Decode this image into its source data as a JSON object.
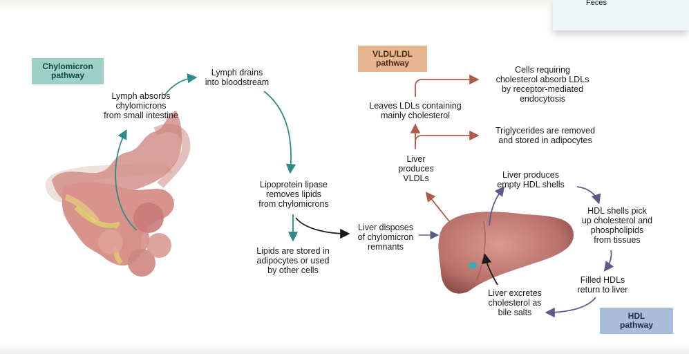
{
  "header": {
    "feces_label": "Feces"
  },
  "pathways": {
    "chylomicron": "Chylomicron\npathway",
    "vldl_ldl": "VLDL/LDL\npathway",
    "hdl": "HDL\npathway"
  },
  "steps": {
    "lymph_absorbs": "Lymph absorbs\nchylomicrons\nfrom small intestine",
    "lymph_drains": "Lymph drains\ninto bloodstream",
    "lipoprotein_lipase": "Lipoprotein lipase\nremoves lipids\nfrom chylomicrons",
    "lipids_stored": "Lipids are stored in\nadipocytes or used\nby other cells",
    "liver_disposes": "Liver disposes\nof chylomicron\nremnants",
    "liver_produces_vldl": "Liver\nproduces\nVLDLs",
    "leaves_ldls": "Leaves LDLs containing\nmainly cholesterol",
    "cells_requiring": "Cells requiring\ncholesterol absorb LDLs\nby receptor-mediated\nendocytosis",
    "triglycerides_removed": "Triglycerides are removed\nand stored in adipocytes",
    "liver_produces_hdl": "Liver produces\nempty HDL shells",
    "hdl_pick_up": "HDL shells pick\nup cholesterol and\nphospholipids\nfrom tissues",
    "filled_hdls": "Filled HDLs\nreturn to liver",
    "liver_excretes": "Liver excretes\ncholesterol as\nbile salts"
  },
  "colors": {
    "chylo_arrow": "#2f8a8a",
    "vldl_arrow": "#b05a48",
    "hdl_arrow": "#5c5a8c",
    "remnant_arrow": "#1a1a1a",
    "chylo_box": "#9fd0c6",
    "vldl_box": "#e6b590",
    "hdl_box": "#a9bcd9"
  }
}
